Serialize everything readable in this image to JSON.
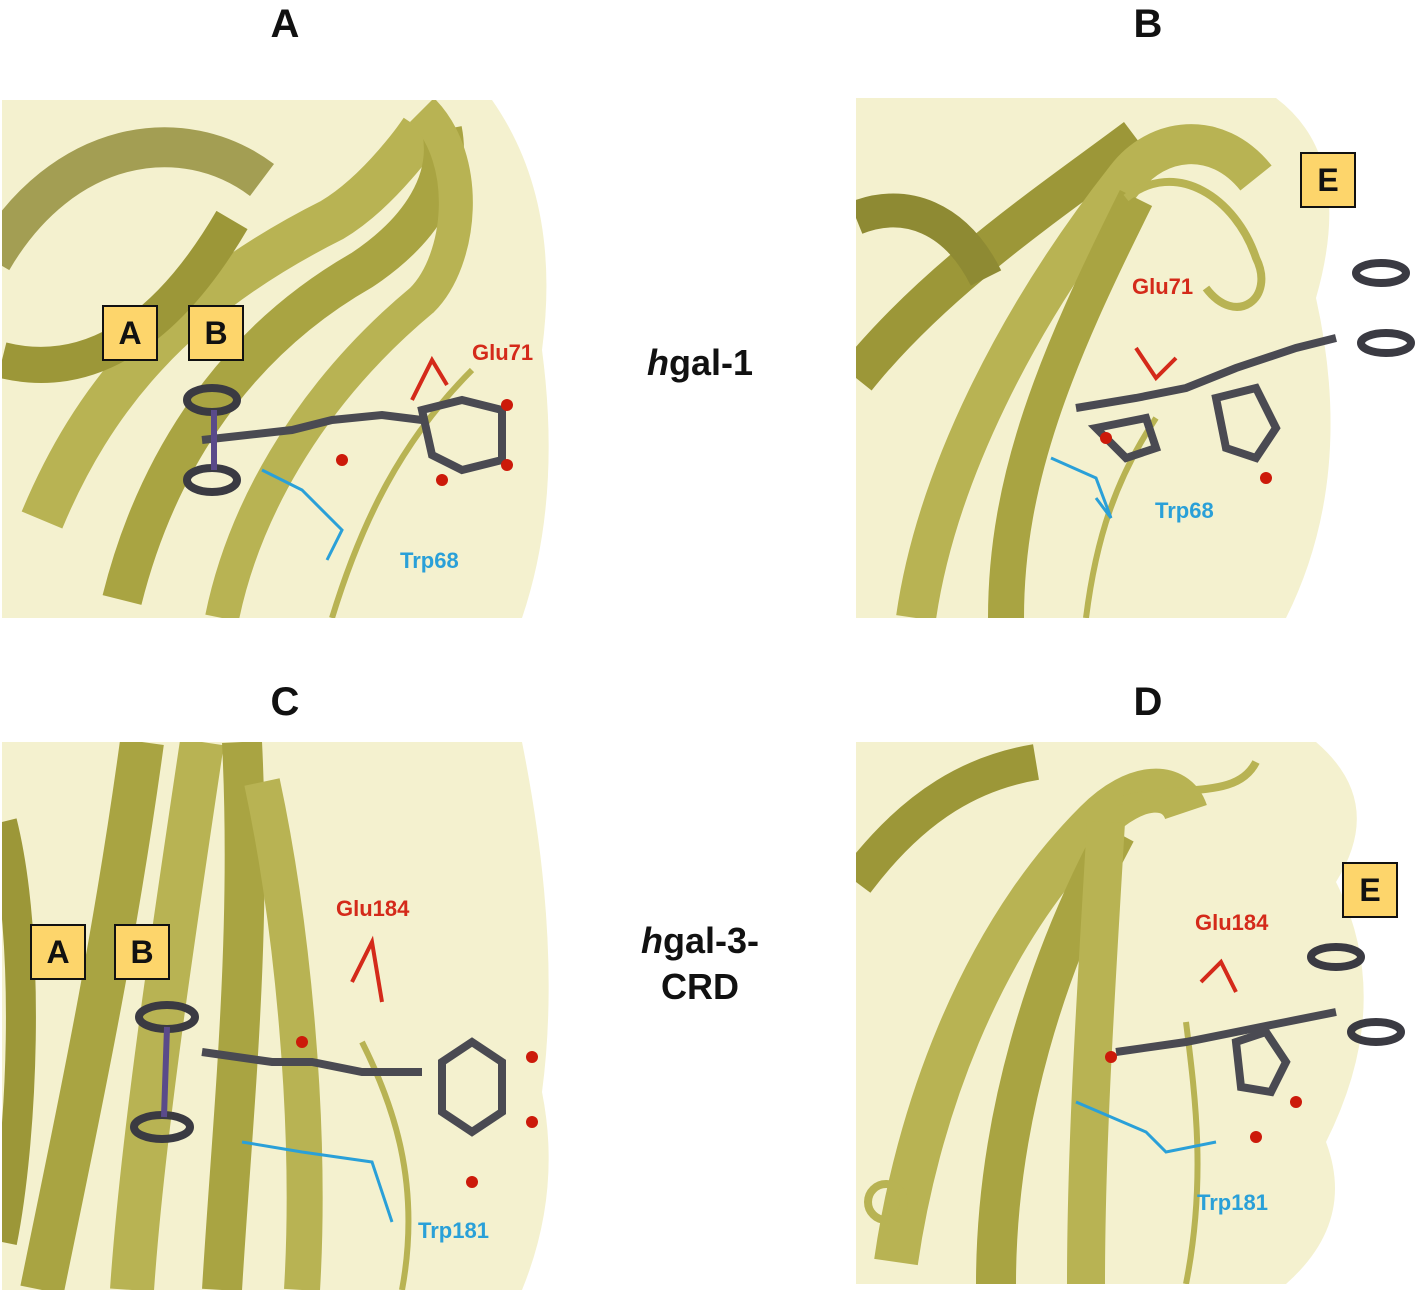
{
  "panels": {
    "A": {
      "title": "A",
      "tags": [
        "A",
        "B"
      ],
      "glu": "Glu71",
      "trp": "Trp68"
    },
    "B": {
      "title": "B",
      "tags": [
        "E"
      ],
      "glu": "Glu71",
      "trp": "Trp68"
    },
    "C": {
      "title": "C",
      "tags": [
        "A",
        "B"
      ],
      "glu": "Glu184",
      "trp": "Trp181"
    },
    "D": {
      "title": "D",
      "tags": [
        "E"
      ],
      "glu": "Glu184",
      "trp": "Trp181"
    }
  },
  "row_labels": {
    "top_prefix": "h",
    "top_rest": "gal-1",
    "bottom_prefix": "h",
    "bottom_rest": "gal-3-",
    "bottom_line2": "CRD"
  },
  "colors": {
    "ribbon": "#b8b353",
    "ribbon_dark": "#8e8a33",
    "surface": "#f4f1cf",
    "glu": "#d42a1a",
    "trp": "#2aa0d8",
    "ligand": "#4a4a52",
    "oxygen": "#cc1a0a",
    "tag_fill": "#fdd56b"
  }
}
